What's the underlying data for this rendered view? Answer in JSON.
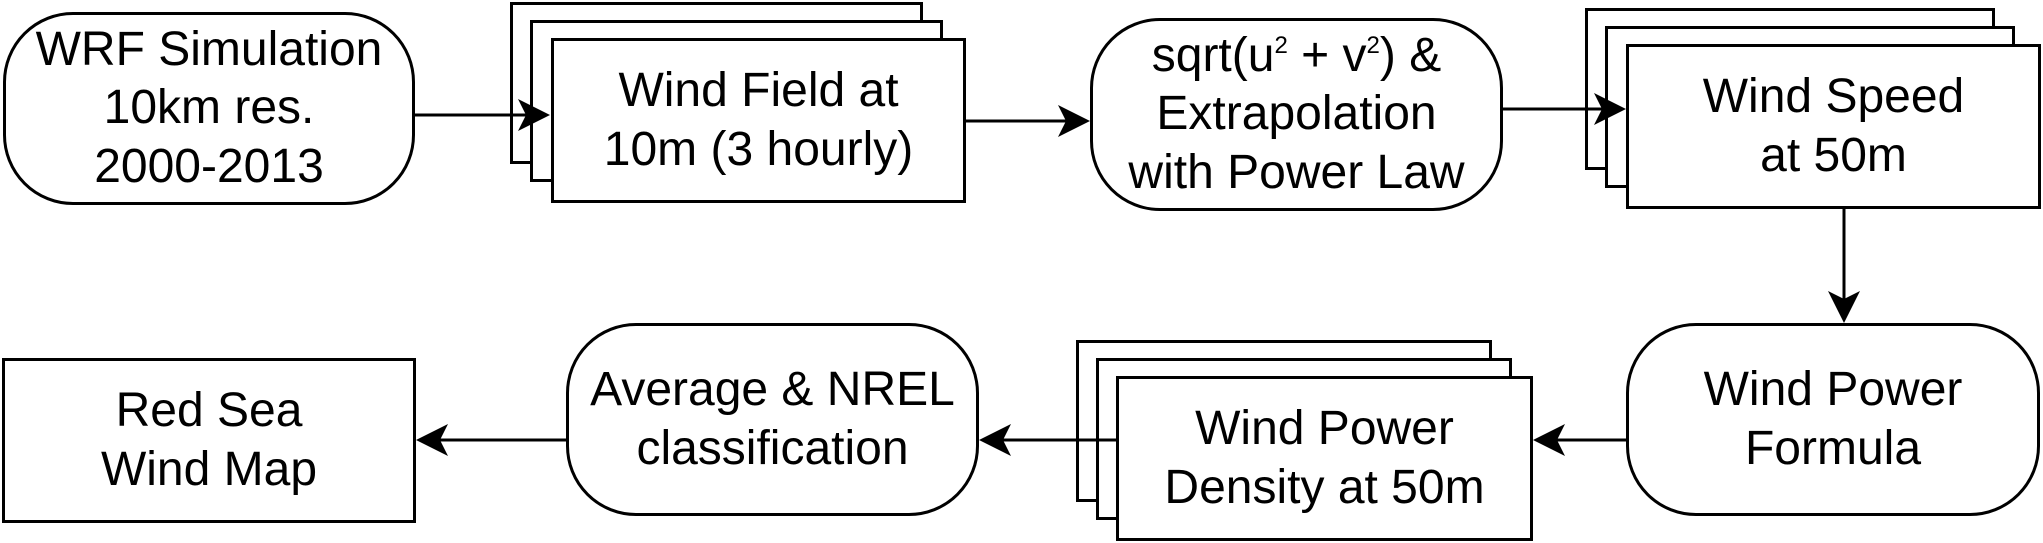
{
  "nodes": {
    "wrf": {
      "lines": [
        "WRF Simulation",
        "10km res.",
        "2000-2013"
      ]
    },
    "wind_field": {
      "lines": [
        "Wind Field at",
        "10m (3 hourly)"
      ]
    },
    "sqrt": {
      "line1_a": "sqrt(u",
      "line1_sup1": "2",
      "line1_b": " + v",
      "line1_sup2": "2",
      "line1_c": ") &",
      "line2": "Extrapolation",
      "line3": "with Power Law"
    },
    "wind_speed": {
      "lines": [
        "Wind Speed",
        "at 50m"
      ]
    },
    "wind_power_formula": {
      "lines": [
        "Wind Power",
        "Formula"
      ]
    },
    "wind_power_density": {
      "lines": [
        "Wind Power",
        "Density at 50m"
      ]
    },
    "average": {
      "lines": [
        "Average & NREL",
        "classification"
      ]
    },
    "red_sea": {
      "lines": [
        "Red Sea",
        "Wind Map"
      ]
    }
  },
  "colors": {
    "stroke": "#000000",
    "fill": "#ffffff"
  }
}
